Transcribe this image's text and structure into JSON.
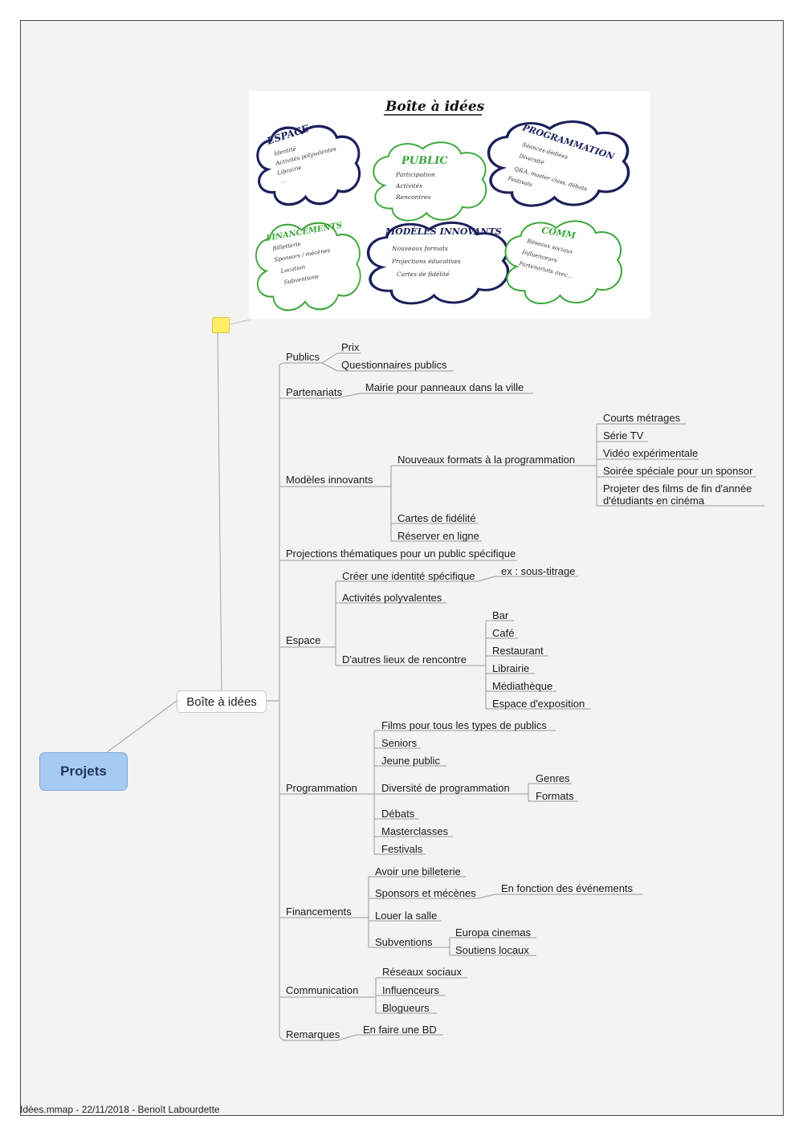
{
  "root": "Projets",
  "main": "Boîte à idées",
  "footer": "Idées.mmap - 22/11/2018 - Benoît Labourdette",
  "image": {
    "title": "Boîte à idées",
    "clouds": [
      {
        "title": "ESPACE",
        "items": [
          "Identité",
          "Activités polyvalentes",
          "Librairie",
          "..."
        ]
      },
      {
        "title": "PUBLIC",
        "items": [
          "Participation",
          "Activités",
          "Rencontres"
        ]
      },
      {
        "title": "PROGRAMMATION",
        "items": [
          "Séances dédiées",
          "Diversité",
          "Q&A, master class, débats",
          "Festivals"
        ]
      },
      {
        "title": "FINANCEMENTS",
        "items": [
          "Billetterie",
          "Sponsors / mécènes",
          "Location",
          "Subventions"
        ]
      },
      {
        "title": "MODÈLES INNOVANTS",
        "items": [
          "Nouveaux formats",
          "Projections éducatives",
          "Cartes de fidélité"
        ]
      },
      {
        "title": "COMM",
        "items": [
          "Réseaux sociaux",
          "Influenceurs",
          "Partenariats avec..."
        ]
      }
    ]
  },
  "labels": {
    "publics": "Publics",
    "prix": "Prix",
    "questionnaires": "Questionnaires publics",
    "partenariats": "Partenariats",
    "mairie": "Mairie pour panneaux dans la ville",
    "modeles": "Modèles innovants",
    "nouveaux": "Nouveaux formats à la programmation",
    "courts": "Courts métrages",
    "serie": "Série TV",
    "video": "Vidéo expérimentale",
    "soiree": "Soirée spéciale pour un sponsor",
    "projeter": "Projeter des films de fin d'année d'étudiants en cinéma",
    "cartes": "Cartes de fidélité",
    "reserver": "Réserver en ligne",
    "projections": "Projections thématiques pour un public spécifique",
    "espace": "Espace",
    "identite": "Créer une identité spécifique",
    "soustitrage": "ex : sous-titrage",
    "activites": "Activités polyvalentes",
    "autres": "D'autres lieux de rencontre",
    "bar": "Bar",
    "cafe": "Café",
    "restaurant": "Restaurant",
    "librairie": "Librairie",
    "mediatheque": "Médiathèque",
    "expo": "Espace d'exposition",
    "programmation": "Programmation",
    "films": "Films pour tous les types de publics",
    "seniors": "Seniors",
    "jeune": "Jeune public",
    "diversite": "Diversité de programmation",
    "genres": "Genres",
    "formats": "Formats",
    "debats": "Débats",
    "master": "Masterclasses",
    "festivals": "Festivals",
    "financements": "Financements",
    "billeterie": "Avoir une billeterie",
    "sponsors": "Sponsors et mécènes",
    "fonction": "En fonction des événements",
    "louer": "Louer la salle",
    "subventions": "Subventions",
    "europa": "Europa cinemas",
    "soutiens": "Soutiens locaux",
    "communication": "Communication",
    "reseaux": "Réseaux sociaux",
    "influenceurs": "Influenceurs",
    "blogueurs": "Blogueurs",
    "remarques": "Remarques",
    "bd": "En faire une BD"
  },
  "colors": {
    "root_fill": "#a6cbf3",
    "note": "#ffee66",
    "line": "#9a9a9a",
    "cloud_navy": "#1c1f5c",
    "cloud_green": "#3aa637"
  }
}
